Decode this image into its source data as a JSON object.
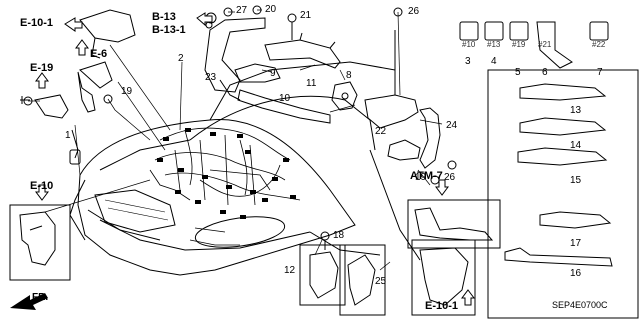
{
  "refs": {
    "e10_1_top": "E-10-1",
    "e6": "E-6",
    "e19": "E-19",
    "e10": "E-10",
    "b13": "B-13",
    "b13_1": "B-13-1",
    "atm7": "ATM-7",
    "e10_1_bottom": "E-10-1"
  },
  "parts": [
    "1",
    "2",
    "3",
    "4",
    "5",
    "6",
    "7",
    "8",
    "9",
    "10",
    "11",
    "12",
    "13",
    "14",
    "15",
    "16",
    "17",
    "18",
    "19",
    "19",
    "20",
    "21",
    "22",
    "23",
    "24",
    "25",
    "26",
    "26",
    "27"
  ],
  "connector_codes": [
    "#10",
    "#13",
    "#19",
    "#21",
    "#22"
  ],
  "front_label": "FR.",
  "diagram_code": "SEP4E0700C",
  "colors": {
    "line": "#000000",
    "fill": "#ffffff"
  }
}
